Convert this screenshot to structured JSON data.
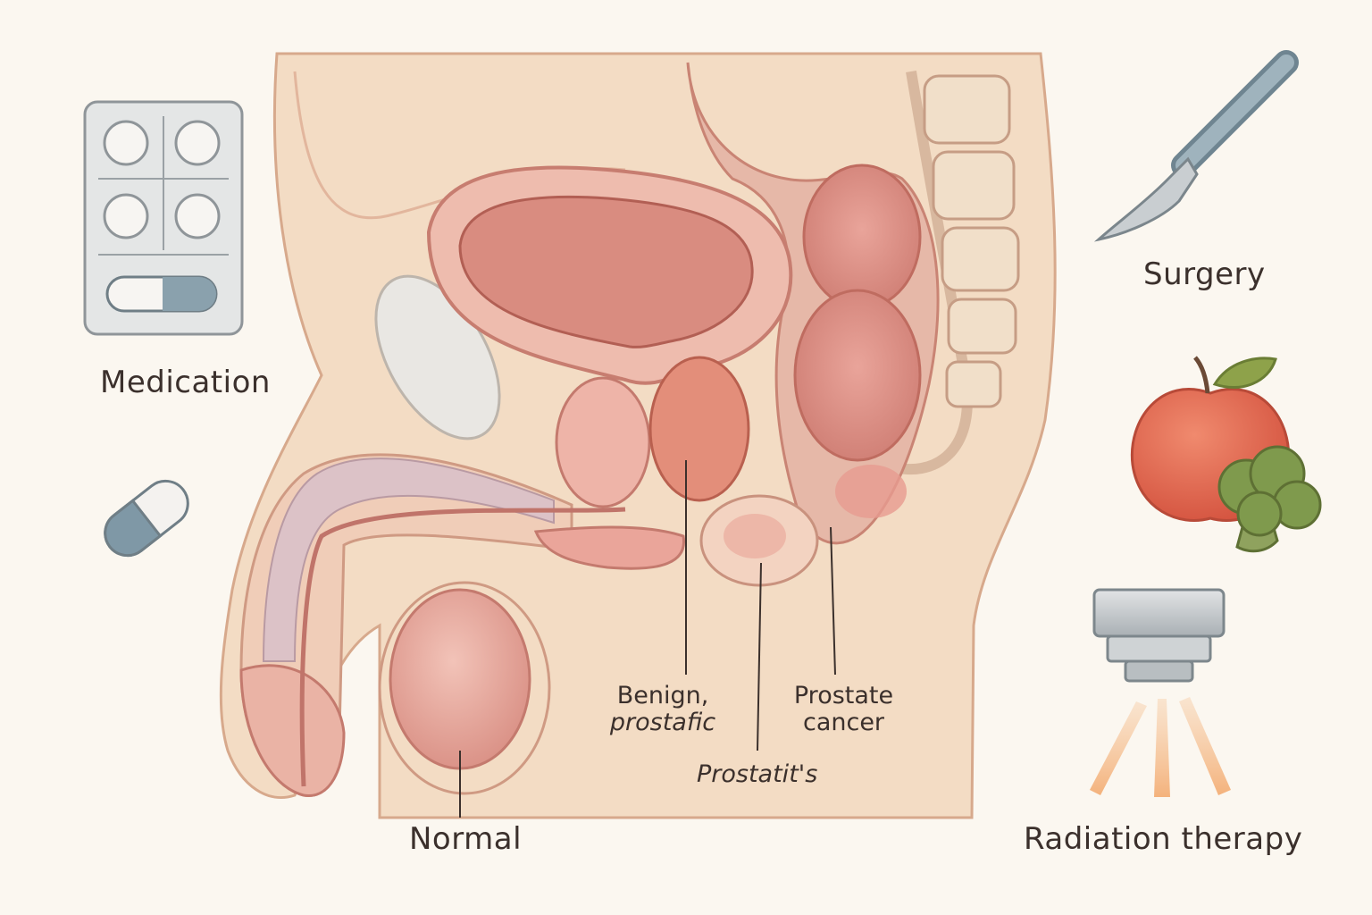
{
  "labels": {
    "medication": "Medication",
    "surgery": "Surgery",
    "radiation": "Radiation therapy",
    "normal": "Normal",
    "benign_line1": "Benign,",
    "benign_line2": "prostafic",
    "cancer_line1": "Prostate",
    "cancer_line2": "cancer",
    "prostatitis": "Prostatit's"
  },
  "icons": [
    "pill-blister-pack-icon",
    "capsule-icon",
    "scalpel-icon",
    "apple-icon",
    "broccoli-icon",
    "radiation-device-icon"
  ],
  "colors": {
    "background": "#fbf7f0",
    "tissue": "#f3dcc4",
    "organ": "#e9a49a",
    "organ_dark": "#cf6d63",
    "label_text": "#3b302c"
  }
}
